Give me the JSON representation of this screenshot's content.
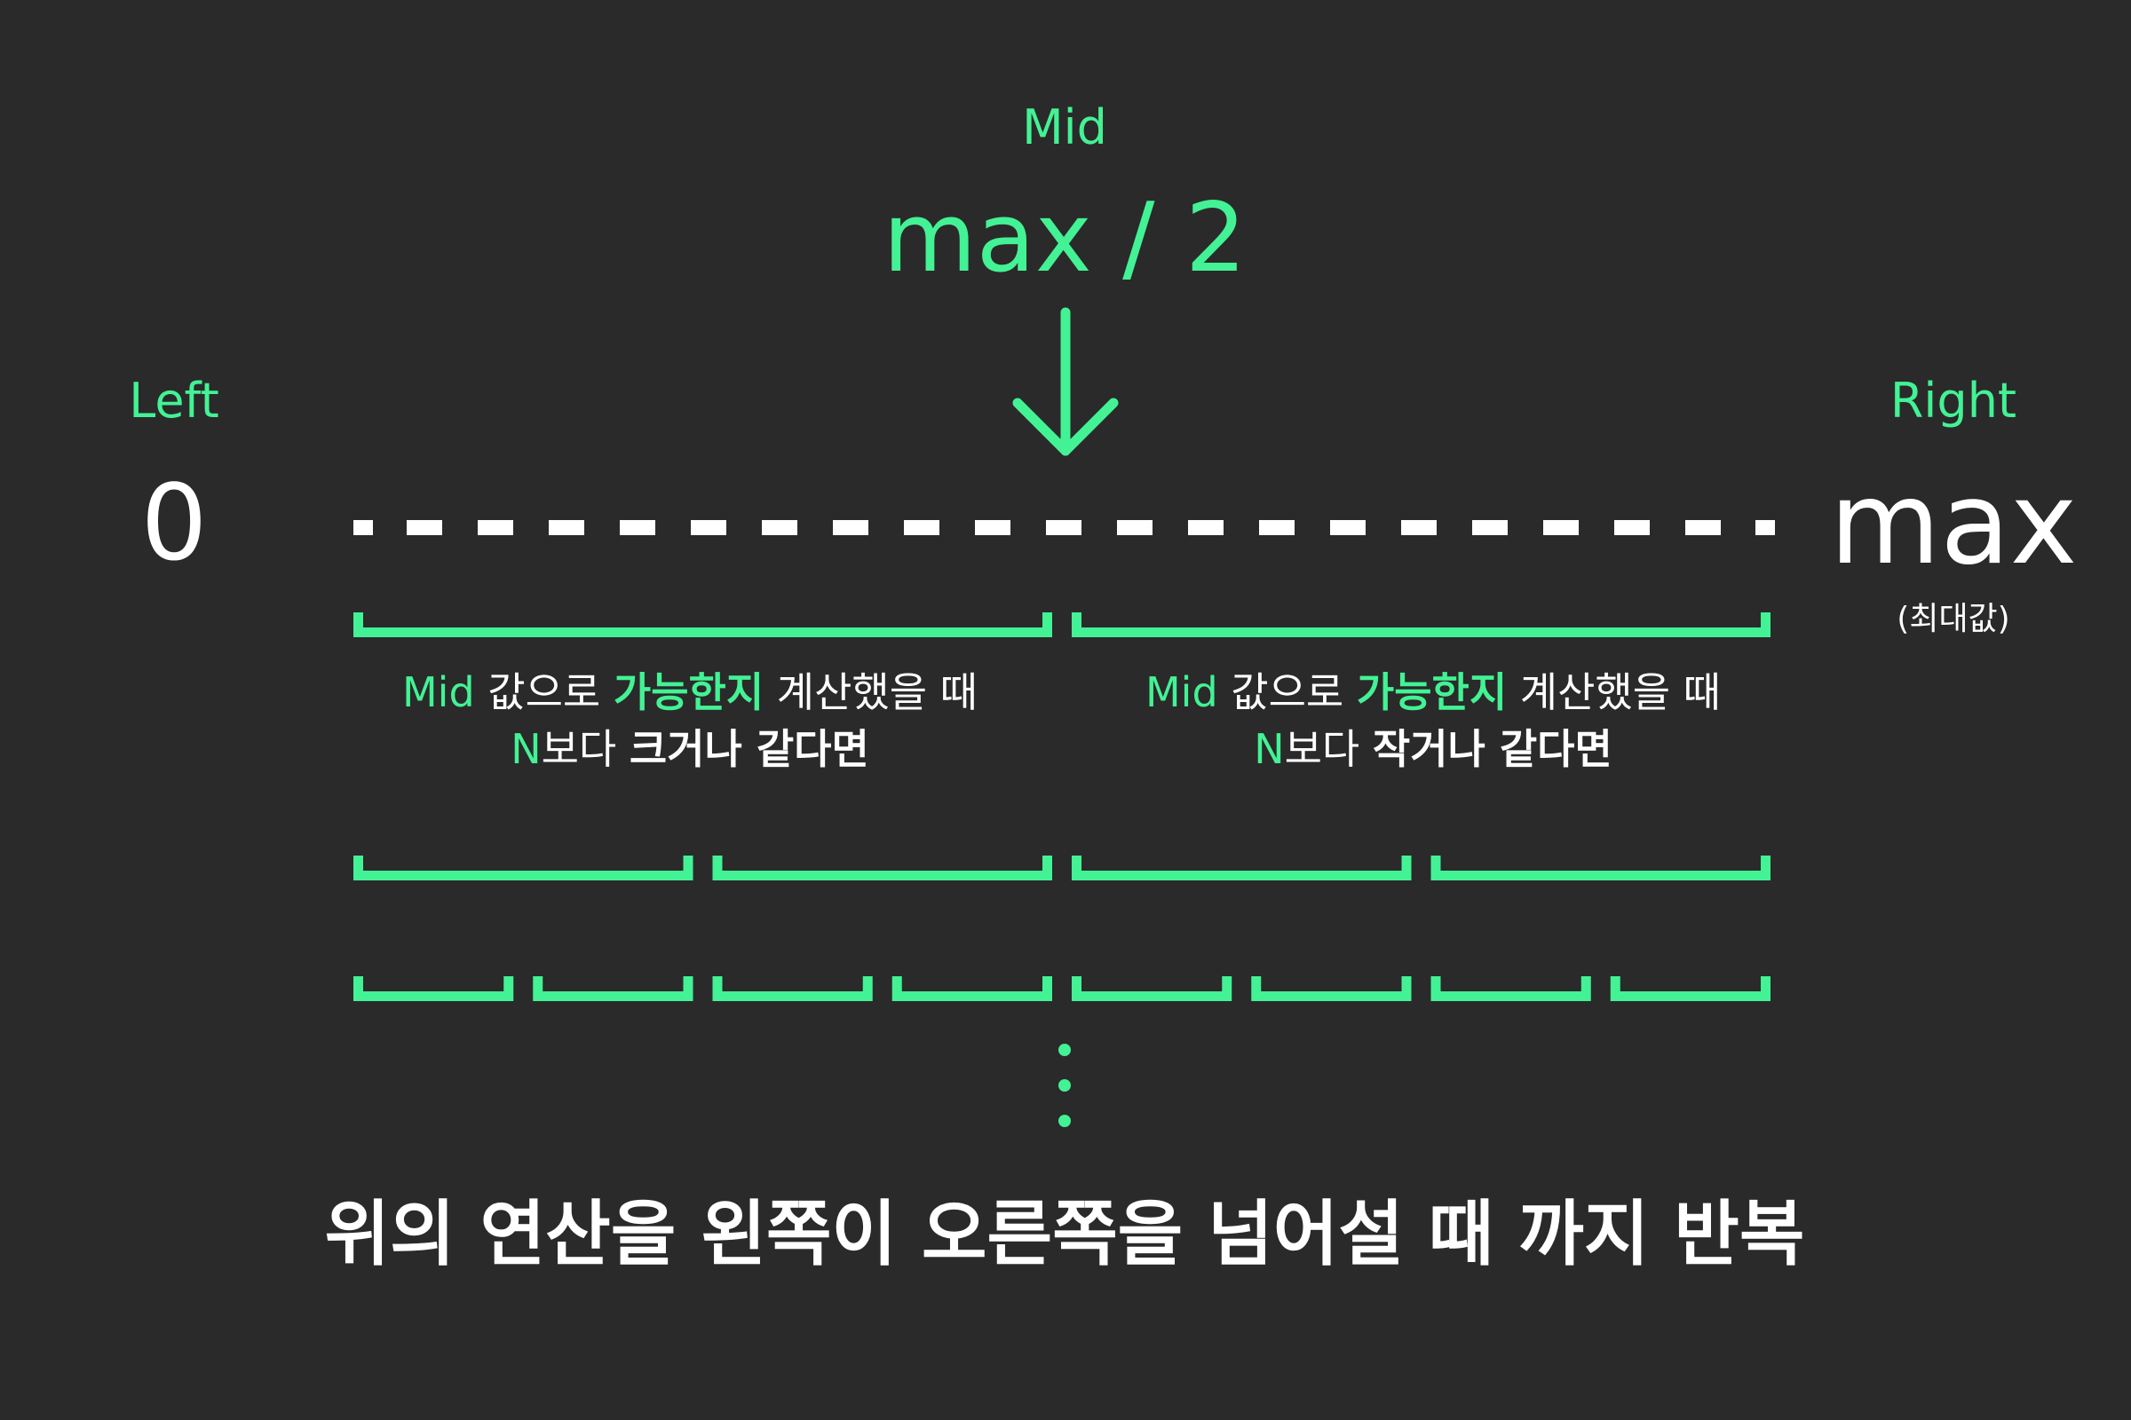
{
  "colors": {
    "background": "#2a2a2a",
    "accent": "#43f294",
    "text": "#ffffff"
  },
  "mid": {
    "label": "Mid",
    "value": "max / 2"
  },
  "left": {
    "label": "Left",
    "value": "0"
  },
  "right": {
    "label": "Right",
    "value": "max",
    "note": "(최대값)"
  },
  "arrow_icon": "down-arrow-icon",
  "descriptions": {
    "left": {
      "line1_prefix": "Mid",
      "line1_middle": " 값으로 ",
      "line1_highlight": "가능한지",
      "line1_suffix": " 계산했을 때",
      "line2_prefix": "N",
      "line2_middle": "보다 ",
      "line2_bold": "크거나 같다면"
    },
    "right": {
      "line1_prefix": "Mid",
      "line1_middle": " 값으로 ",
      "line1_highlight": "가능한지",
      "line1_suffix": " 계산했을 때",
      "line2_prefix": "N",
      "line2_middle": "보다 ",
      "line2_bold": "작거나 같다면"
    }
  },
  "footer": "위의 연산을 왼쪽이 오른쪽을 넘어설 때 까지 반복"
}
